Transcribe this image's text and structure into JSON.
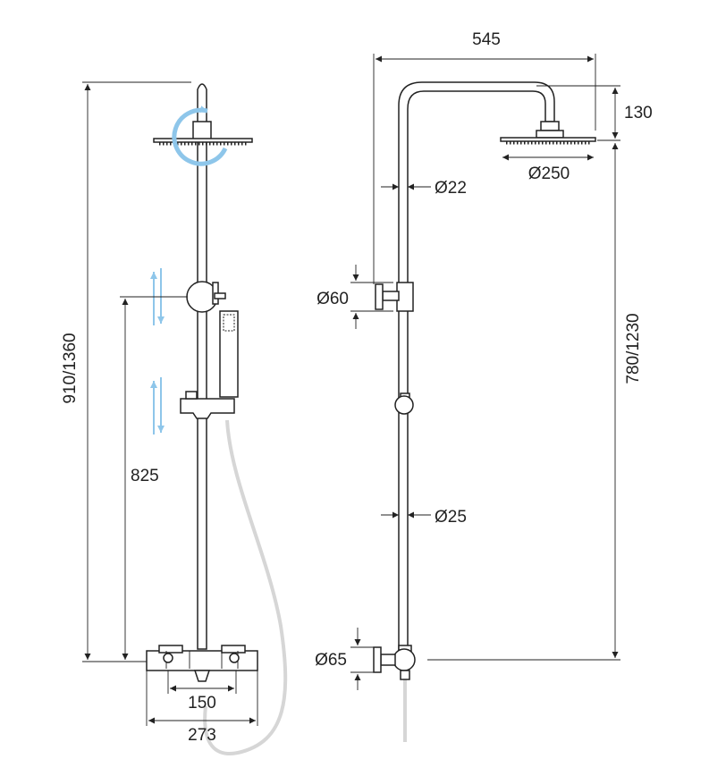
{
  "colors": {
    "line": "#222222",
    "rotation_arrow": "#8ec6ea",
    "hose": "#d6d6d6",
    "background": "#ffffff"
  },
  "icons": [
    "rotation-arrow-icon",
    "slide-arrows-icon"
  ],
  "front_view": {
    "total_height": "910/1360",
    "slider_height": "825",
    "inlet_spacing": "150",
    "mixer_width": "273"
  },
  "side_view": {
    "reach": "545",
    "head_drop": "130",
    "head_diameter": "Ø250",
    "upper_pipe_diameter": "Ø22",
    "bracket_diameter": "Ø60",
    "lower_pipe_diameter": "Ø25",
    "wall_flange_diameter": "Ø65",
    "rail_height": "780/1230"
  }
}
